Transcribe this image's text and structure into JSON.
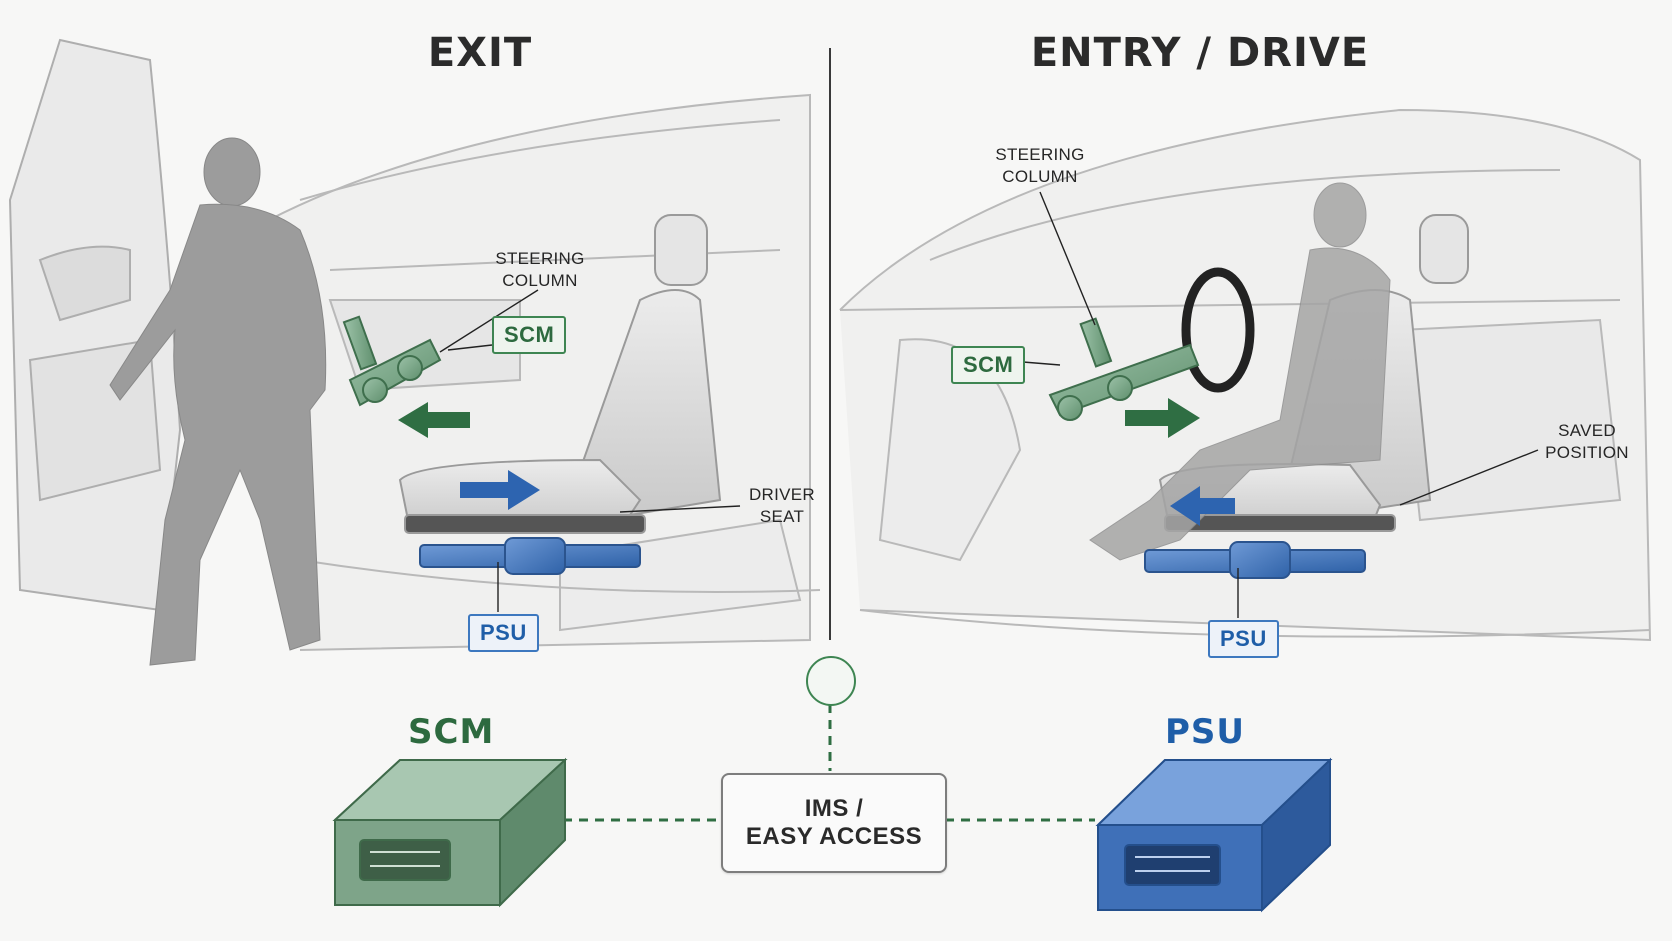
{
  "panels": {
    "left_title": "EXIT",
    "right_title": "ENTRY / DRIVE"
  },
  "left_callouts": {
    "steering_line1": "STEERING",
    "steering_line2": "COLUMN",
    "scm_tag": "SCM",
    "driver_seat_line1": "DRIVER",
    "driver_seat_line2": "SEAT",
    "psu_tag": "PSU"
  },
  "right_callouts": {
    "steering_line1": "STEERING",
    "steering_line2": "COLUMN",
    "scm_tag": "SCM",
    "saved_line1": "SAVED",
    "saved_line2": "POSITION",
    "psu_tag": "PSU"
  },
  "modules": {
    "scm_title": "SCM",
    "psu_title": "PSU",
    "ims_line1": "IMS /",
    "ims_line2": "EASY ACCESS"
  },
  "icons": {
    "user": "user-icon",
    "arrow_left": "arrow-left-icon",
    "arrow_right": "arrow-right-icon"
  },
  "colors": {
    "scm_green": "#2d6a3f",
    "psu_blue": "#1f5ea8",
    "link_green": "#2f6e43",
    "divider": "#3a3a3a"
  }
}
